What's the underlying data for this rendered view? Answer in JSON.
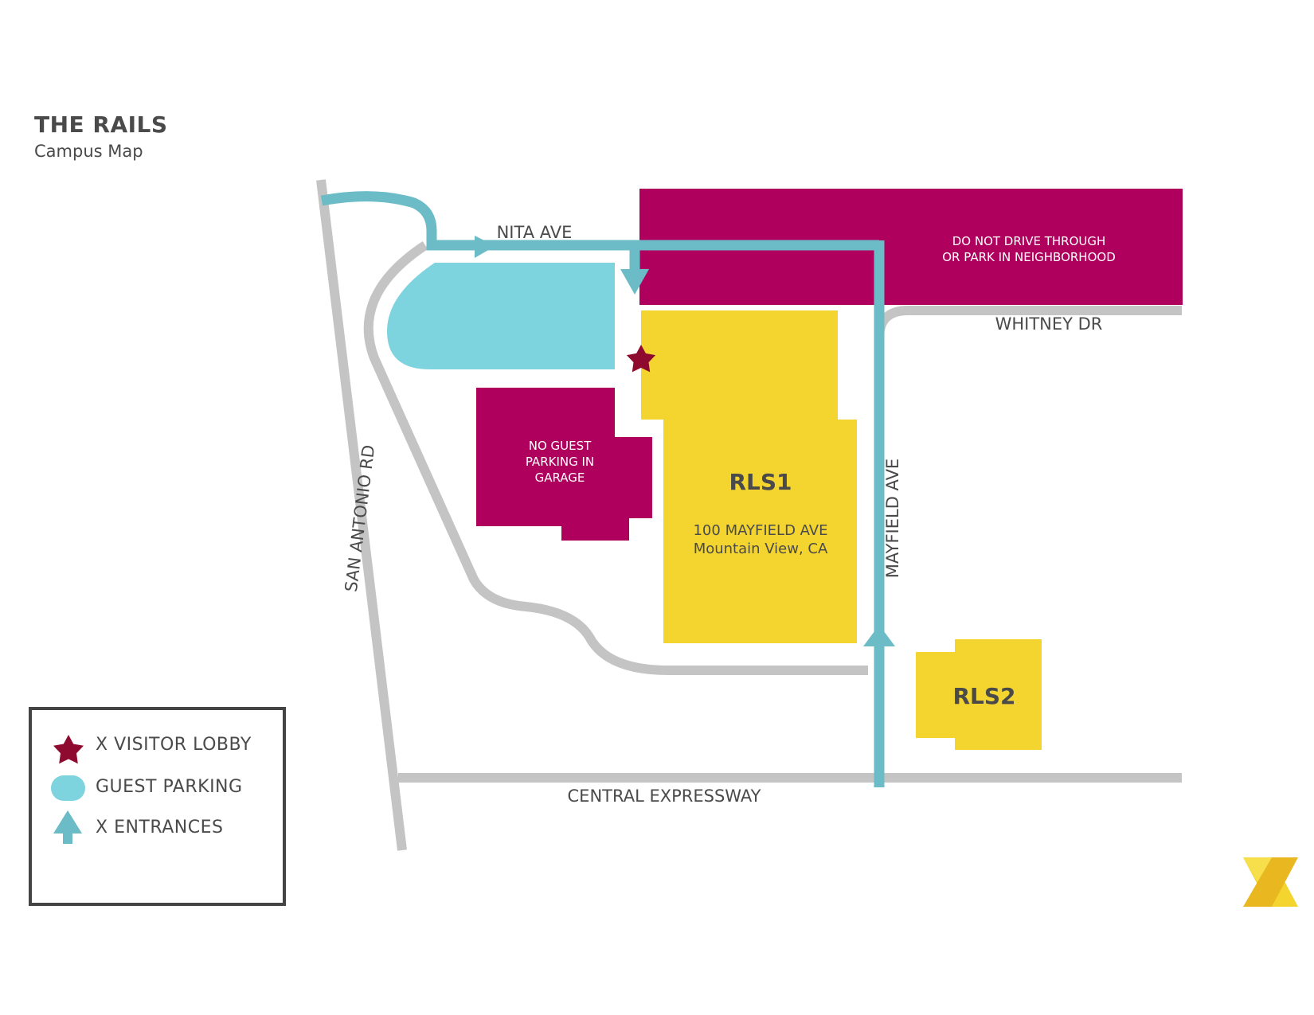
{
  "header": {
    "title": "THE RAILS",
    "subtitle": "Campus Map"
  },
  "streets": {
    "nita_ave": "NITA AVE",
    "whitney_dr": "WHITNEY DR",
    "mayfield_ave": "MAYFIELD AVE",
    "san_antonio_rd": "SAN ANTONIO RD",
    "central_expressway": "CENTRAL EXPRESSWAY"
  },
  "zones": {
    "neighborhood_line1": "DO NOT DRIVE THROUGH",
    "neighborhood_line2": "OR PARK IN NEIGHBORHOOD",
    "garage_line1": "NO GUEST",
    "garage_line2": "PARKING IN",
    "garage_line3": "GARAGE"
  },
  "buildings": {
    "rls1_name": "RLS1",
    "rls1_address_line1": "100 MAYFIELD AVE",
    "rls1_address_line2": "Mountain View, CA",
    "rls2_name": "RLS2"
  },
  "legend": {
    "visitor_lobby": "X VISITOR LOBBY",
    "guest_parking": "GUEST PARKING",
    "entrances": "X ENTRANCES"
  },
  "colors": {
    "road": "#c4c4c4",
    "route": "#6bbcc6",
    "guest_parking": "#7dd3de",
    "restricted": "#b0005e",
    "building": "#f4d530",
    "lobby_star": "#8e0a2e",
    "text": "#4a4a4a"
  }
}
